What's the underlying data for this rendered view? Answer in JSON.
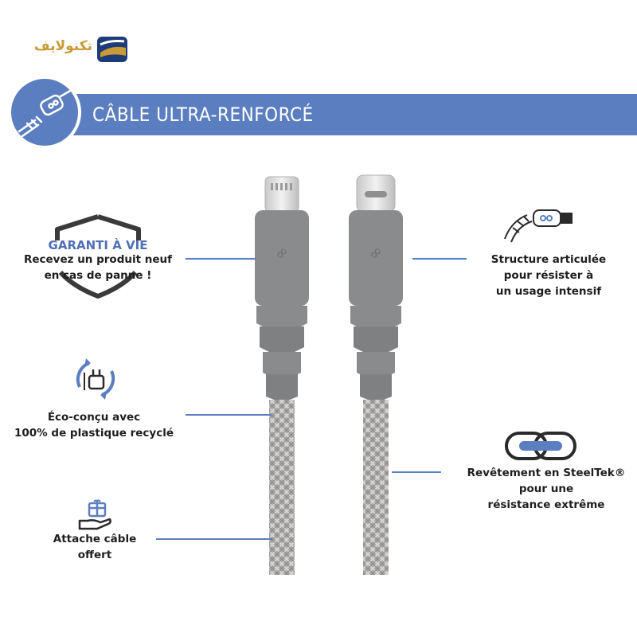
{
  "brand": {
    "logo_text": "تکنولایف",
    "logo_accent": "#c99a36",
    "logo_color": "#1d3c78"
  },
  "banner": {
    "title": "CÂBLE ULTRA-RENFORCÉ",
    "color": "#5b7ec0",
    "icon": "braided-cable-icon"
  },
  "features_left": [
    {
      "icon": "shield-icon",
      "title": "GARANTI À VIE",
      "lines": [
        "Recevez un produit neuf",
        "en cas de panne !"
      ]
    },
    {
      "icon": "recycle-charger-icon",
      "lines": [
        "Éco-conçu avec",
        "100% de plastique recyclé"
      ]
    },
    {
      "icon": "gift-hand-icon",
      "lines": [
        "Attache câble",
        "offert"
      ]
    }
  ],
  "features_right": [
    {
      "icon": "articulated-cable-icon",
      "lines": [
        "Structure articulée",
        "pour résister à",
        "un usage intensif"
      ]
    },
    {
      "icon": "chain-link-icon",
      "lines": [
        "Revêtement en SteelTek®",
        "pour une",
        "résistance extrême"
      ]
    }
  ],
  "product": {
    "left_connector": "lightning-connector",
    "right_connector": "usb-c-connector",
    "housing_color": "#8a8b8d",
    "braid_color": "#a9a8a6"
  }
}
